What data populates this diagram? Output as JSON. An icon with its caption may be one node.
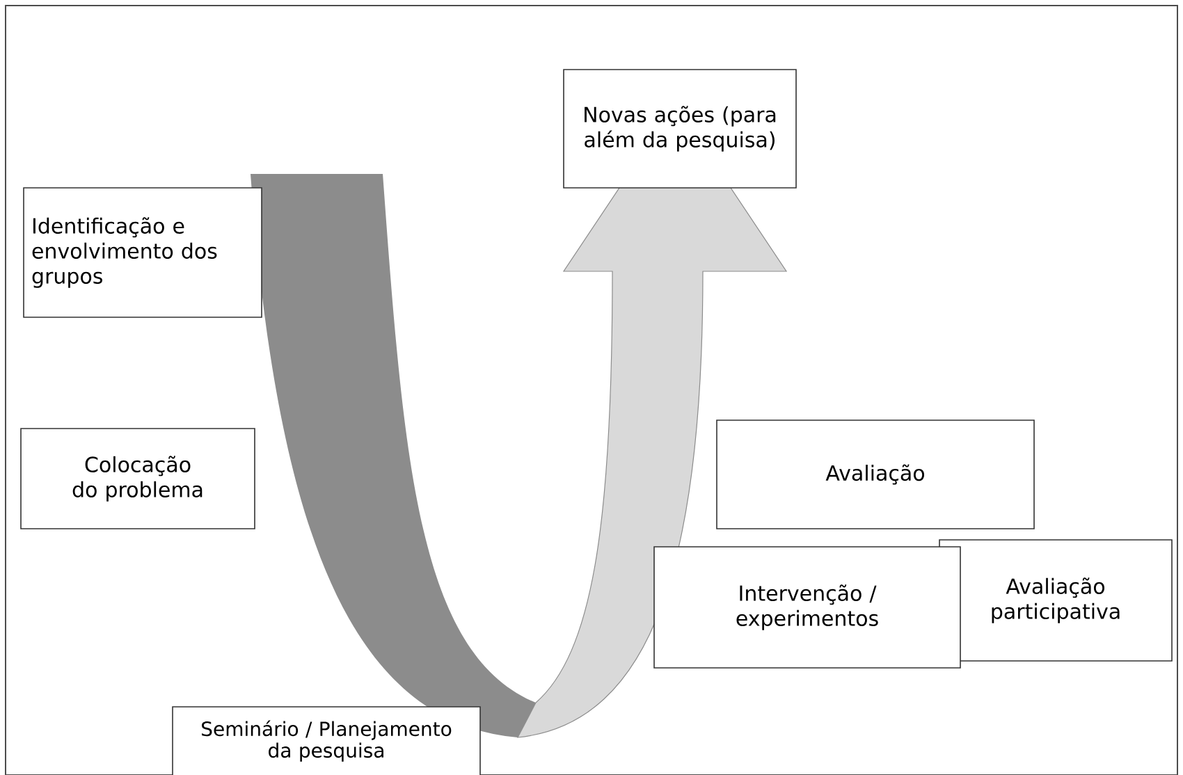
{
  "diagram": {
    "nodes": [
      {
        "text": [
          "Novas ações (para além da pesquisa)"
        ]
      },
      {
        "text": [
          "Identificação e envolvimento dos grupos"
        ]
      },
      {
        "text": [
          "Colocação do problema"
        ]
      },
      {
        "text": [
          "Seminário / Planejamento da pesquisa"
        ]
      },
      {
        "text": [
          "Avaliação"
        ]
      },
      {
        "text": [
          "Avaliação participativa"
        ]
      },
      {
        "text": [
          "Intervenção / experimentos"
        ]
      }
    ]
  }
}
